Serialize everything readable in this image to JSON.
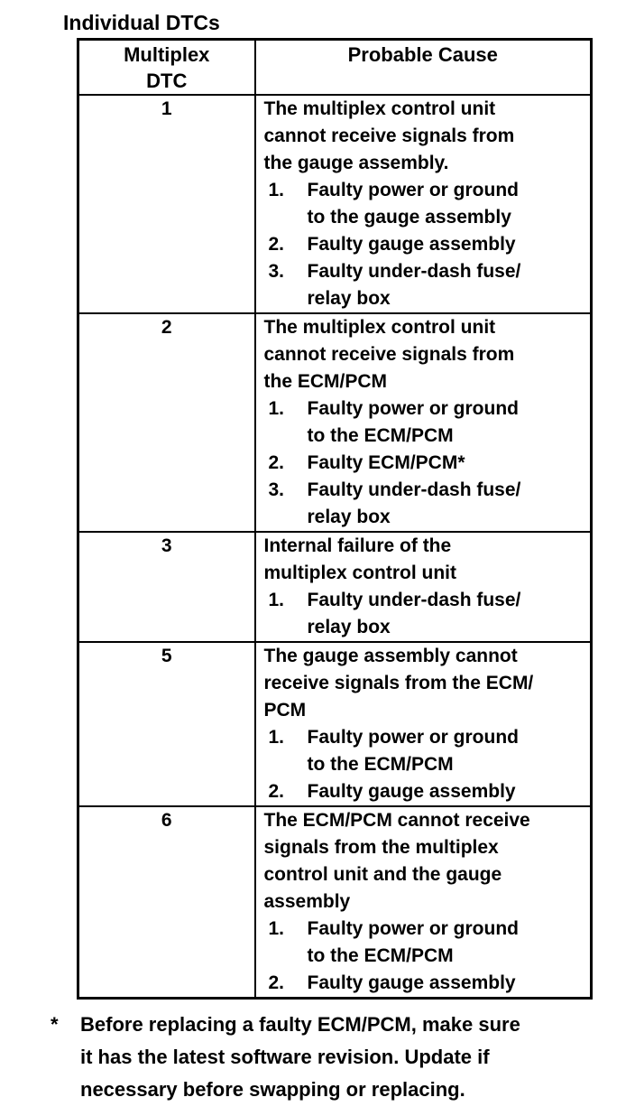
{
  "page": {
    "title": "Individual DTCs",
    "footnote": {
      "marker": "*",
      "text": "Before replacing a faulty ECM/PCM, make sure\nit has the latest software revision. Update if\nnecessary before swapping or replacing."
    }
  },
  "table": {
    "columns": [
      "Multiplex\nDTC",
      "Probable Cause"
    ],
    "rows": [
      {
        "dtc": "1",
        "cause_intro": "The multiplex control unit\ncannot receive signals from\nthe gauge assembly.",
        "causes": [
          {
            "num": "1.",
            "text": "Faulty power or ground\nto the gauge assembly"
          },
          {
            "num": "2.",
            "text": "Faulty gauge assembly"
          },
          {
            "num": "3.",
            "text": "Faulty under-dash fuse/\nrelay box"
          }
        ]
      },
      {
        "dtc": "2",
        "cause_intro": "The multiplex control unit\ncannot receive signals from\nthe ECM/PCM",
        "causes": [
          {
            "num": "1.",
            "text": "Faulty power or ground\nto the ECM/PCM"
          },
          {
            "num": "2.",
            "text": "Faulty ECM/PCM*"
          },
          {
            "num": "3.",
            "text": "Faulty under-dash fuse/\nrelay box"
          }
        ]
      },
      {
        "dtc": "3",
        "cause_intro": "Internal failure of the\nmultiplex control unit",
        "causes": [
          {
            "num": "1.",
            "text": "Faulty under-dash fuse/\nrelay box"
          }
        ]
      },
      {
        "dtc": "5",
        "cause_intro": "The gauge assembly cannot\nreceive signals from the ECM/\nPCM",
        "causes": [
          {
            "num": "1.",
            "text": "Faulty power or ground\nto the ECM/PCM"
          },
          {
            "num": "2.",
            "text": "Faulty gauge assembly"
          }
        ]
      },
      {
        "dtc": "6",
        "cause_intro": "The ECM/PCM cannot receive\nsignals from the multiplex\ncontrol unit and the gauge\nassembly",
        "causes": [
          {
            "num": "1.",
            "text": "Faulty power or ground\nto the ECM/PCM"
          },
          {
            "num": "2.",
            "text": "Faulty gauge assembly"
          }
        ]
      }
    ]
  }
}
